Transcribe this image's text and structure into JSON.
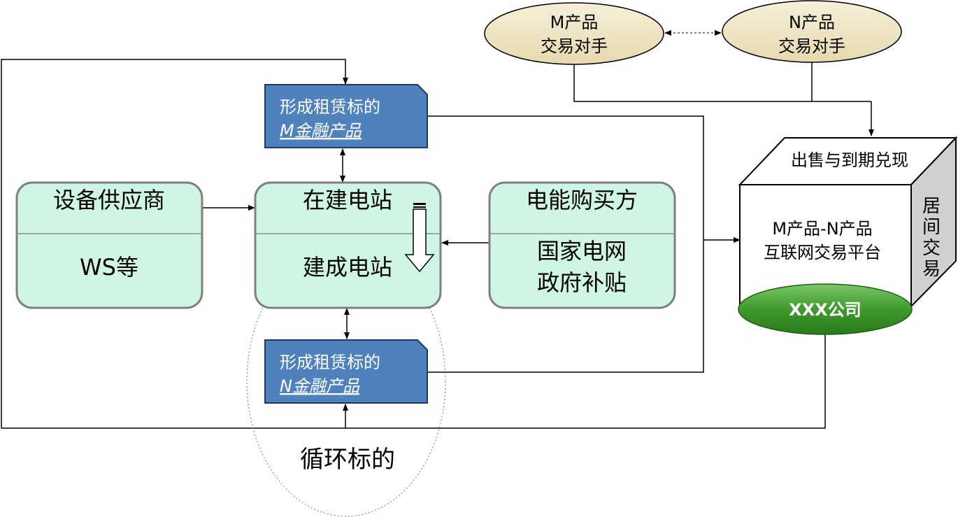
{
  "counterparties": {
    "m": {
      "line1": "M产品",
      "line2": "交易对手"
    },
    "n": {
      "line1": "N产品",
      "line2": "交易对手"
    }
  },
  "financial_products": {
    "m": {
      "line1": "形成租赁标的",
      "line2": "M金融产品"
    },
    "n": {
      "line1": "形成租赁标的",
      "line2": "N金融产品"
    }
  },
  "boxes": {
    "supplier": {
      "top": "设备供应商",
      "bottom": "WS等"
    },
    "station": {
      "top": "在建电站",
      "bottom": "建成电站"
    },
    "buyer": {
      "top": "电能购买方",
      "bottom_line1": "国家电网",
      "bottom_line2": "政府补贴"
    }
  },
  "platform": {
    "top_face": "出售与到期兑现",
    "front_line1": "M产品-N产品",
    "front_line2": "互联网交易平台",
    "side_chars": [
      "居",
      "间",
      "交",
      "易"
    ],
    "company": "XXX公司"
  },
  "cycle_label": "循环标的",
  "colors": {
    "box_fill": "#CFF5E3",
    "box_stroke": "#7F7F7F",
    "product_fill": "#4F81BD",
    "product_stroke": "#1F3A60",
    "ellipse_fill": "#EEE4C3",
    "company_fill": "#3E9B2C",
    "cube_side": "#D0D0D0"
  }
}
